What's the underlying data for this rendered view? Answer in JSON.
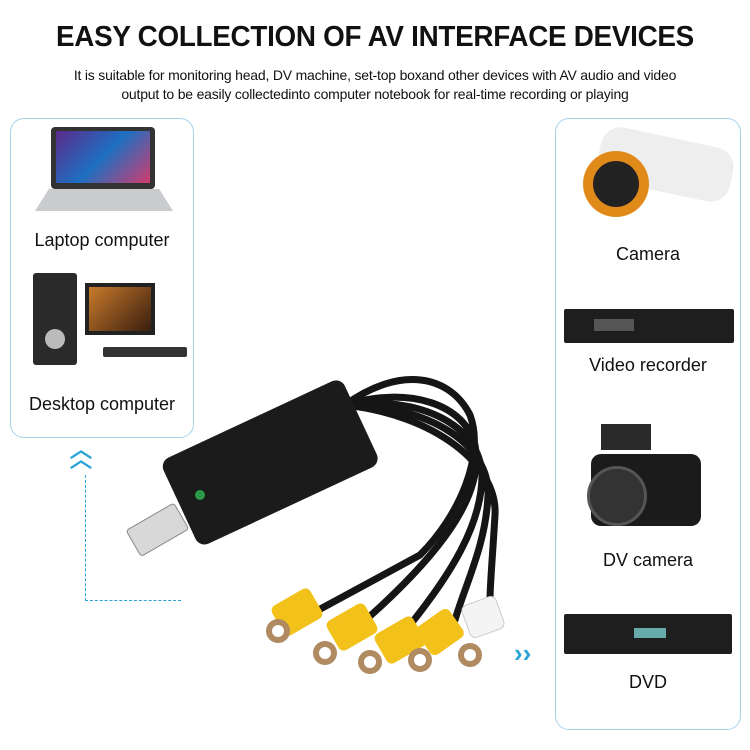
{
  "header": {
    "title": "EASY COLLECTION OF AV INTERFACE DEVICES",
    "subtitle_line1": "It is suitable for monitoring head, DV machine, set-top boxand other devices with AV audio and video",
    "subtitle_line2": "output to be easily collectedinto computer notebook for real-time recording or playing"
  },
  "left_panel": {
    "items": [
      {
        "label": "Laptop computer",
        "icon": "laptop-icon"
      },
      {
        "label": "Desktop computer",
        "icon": "desktop-icon"
      }
    ]
  },
  "right_panel": {
    "items": [
      {
        "label": "Camera",
        "icon": "security-camera-icon"
      },
      {
        "label": "Video recorder",
        "icon": "video-recorder-icon"
      },
      {
        "label": "DV camera",
        "icon": "dv-camera-icon"
      },
      {
        "label": "DVD",
        "icon": "dvd-player-icon"
      }
    ]
  },
  "product": {
    "connector_colors": [
      "#f2c21b",
      "#f2c21b",
      "#f2c21b",
      "#f2c21b",
      "#f4f4f4"
    ]
  },
  "colors": {
    "accent": "#2aa3d6",
    "panel_border": "#a9d3ea"
  }
}
